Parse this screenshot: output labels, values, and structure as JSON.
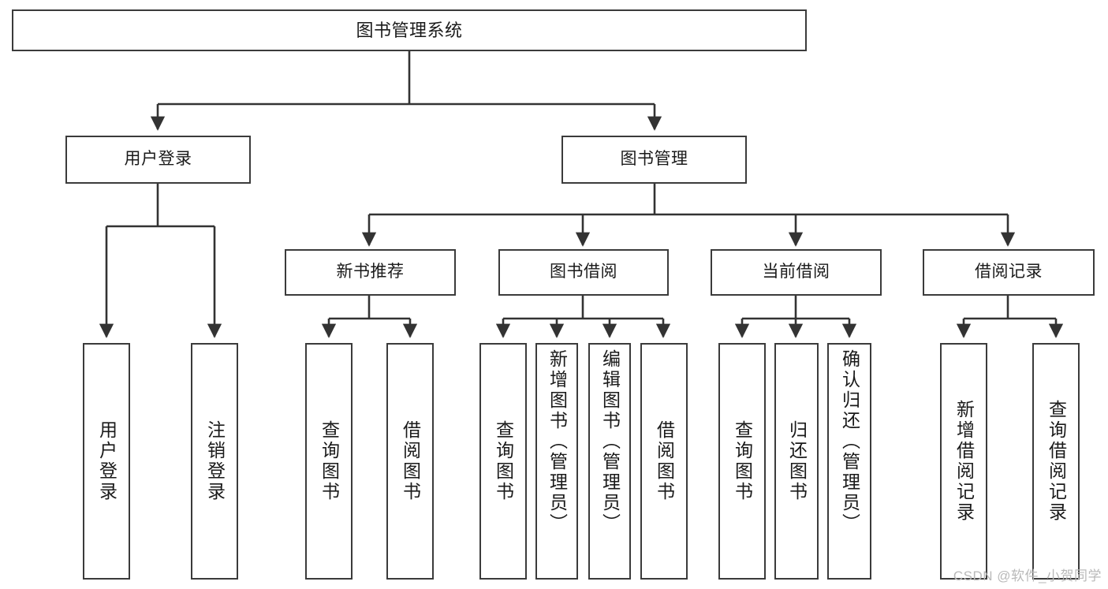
{
  "diagram": {
    "title": "图书管理系统",
    "watermark": "CSDN @软件_小贺同学",
    "type": "tree-hierarchy-diagram",
    "root": {
      "id": "root",
      "label": "图书管理系统"
    },
    "level1": [
      {
        "id": "user-login",
        "label": "用户登录"
      },
      {
        "id": "book-management",
        "label": "图书管理"
      }
    ],
    "level2": [
      {
        "id": "new-book-recommend",
        "label": "新书推荐",
        "parent": "book-management"
      },
      {
        "id": "book-borrow",
        "label": "图书借阅",
        "parent": "book-management"
      },
      {
        "id": "current-borrow",
        "label": "当前借阅",
        "parent": "book-management"
      },
      {
        "id": "borrow-record",
        "label": "借阅记录",
        "parent": "book-management"
      }
    ],
    "leaves": [
      {
        "id": "leaf-user-login",
        "label": "用户登录",
        "parent": "user-login"
      },
      {
        "id": "leaf-logout-login",
        "label": "注销登录",
        "parent": "user-login"
      },
      {
        "id": "leaf-query-book-1",
        "label": "查询图书",
        "parent": "new-book-recommend"
      },
      {
        "id": "leaf-borrow-book-1",
        "label": "借阅图书",
        "parent": "new-book-recommend"
      },
      {
        "id": "leaf-query-book-2",
        "label": "查询图书",
        "parent": "book-borrow"
      },
      {
        "id": "leaf-add-book",
        "label": "新增图书（管理员）",
        "parent": "book-borrow"
      },
      {
        "id": "leaf-edit-book",
        "label": "编辑图书（管理员）",
        "parent": "book-borrow"
      },
      {
        "id": "leaf-borrow-book-2",
        "label": "借阅图书",
        "parent": "book-borrow"
      },
      {
        "id": "leaf-query-book-3",
        "label": "查询图书",
        "parent": "current-borrow"
      },
      {
        "id": "leaf-return-book",
        "label": "归还图书",
        "parent": "current-borrow"
      },
      {
        "id": "leaf-confirm-return",
        "label": "确认归还（管理员）",
        "parent": "current-borrow"
      },
      {
        "id": "leaf-add-record",
        "label": "新增借阅记录",
        "parent": "borrow-record"
      },
      {
        "id": "leaf-query-record",
        "label": "查询借阅记录",
        "parent": "borrow-record"
      }
    ],
    "colors": {
      "border": "#3b3b3b",
      "text": "#1a1a1a",
      "background": "#ffffff",
      "connector": "#333333",
      "watermark": "#b9b9b9"
    }
  }
}
